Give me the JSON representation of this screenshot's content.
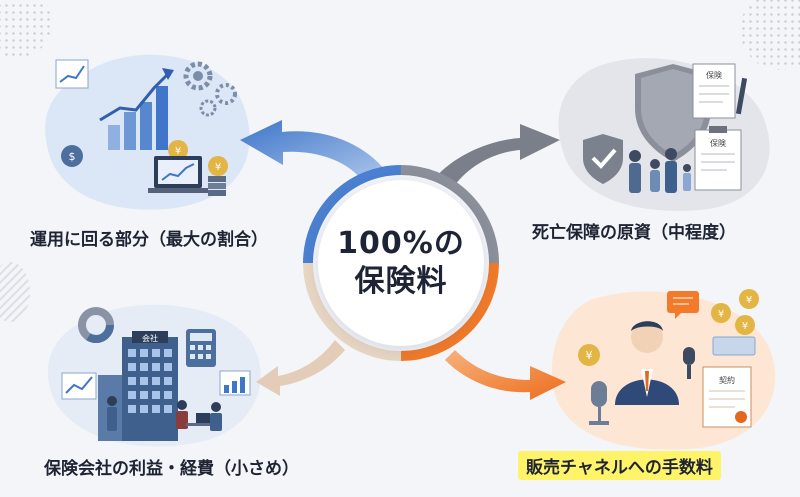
{
  "center": {
    "line1": "100%の",
    "line2": "保険料"
  },
  "quadrants": {
    "top_left": {
      "caption": "運用に回る部分（最大の割合）"
    },
    "top_right": {
      "caption": "死亡保障の原資（中程度）",
      "doc1_label": "保険",
      "doc2_label": "保険"
    },
    "bottom_left": {
      "caption": "保険会社の利益・経費（小さめ）",
      "building_label": "会社"
    },
    "bottom_right": {
      "caption": "販売チャネルへの手数料",
      "contract_label": "契約"
    }
  },
  "colors": {
    "investment_arrow": "#4a80cf",
    "death_benefit_arrow": "#7b7f8a",
    "company_arrow": "#e3cdb8",
    "commission_arrow": "#f07a2a",
    "highlight": "#fff36a",
    "text": "#1f2433"
  },
  "icons": [
    "chart-icon",
    "gear-icon",
    "yen-coin-icon",
    "laptop-icon",
    "shield-icon",
    "family-icon",
    "document-icon",
    "pen-icon",
    "office-building-icon",
    "calculator-icon",
    "people-working-icon",
    "businessman-icon",
    "microphone-icon",
    "speech-bubble-icon",
    "contract-icon"
  ]
}
